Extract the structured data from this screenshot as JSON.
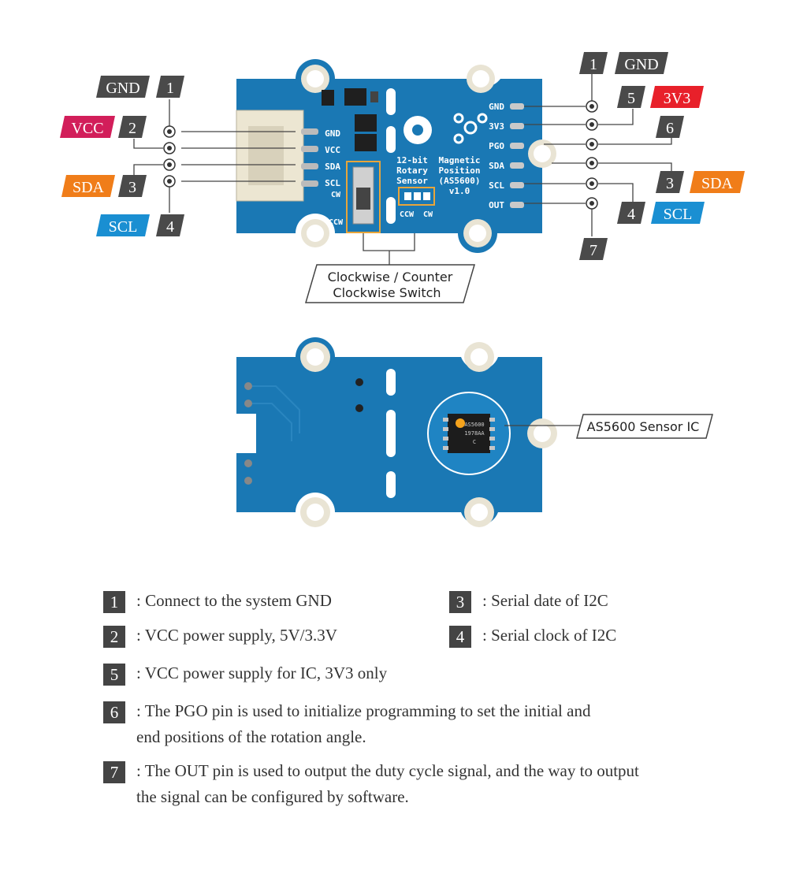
{
  "colors": {
    "pcb": "#1a78b4",
    "pcb_dark": "#0f5f96",
    "badge_dark": "#4a4a4a",
    "vcc": "#d21e5a",
    "v3v3": "#e8202a",
    "sda": "#f07d19",
    "scl": "#1a8fd2",
    "switch_box": "#e8a53a"
  },
  "left_pins": {
    "gnd": {
      "label": "GND",
      "num": "1"
    },
    "vcc": {
      "label": "VCC",
      "num": "2"
    },
    "sda": {
      "label": "SDA",
      "num": "3"
    },
    "scl": {
      "label": "SCL",
      "num": "4"
    }
  },
  "right_pins": {
    "gnd": {
      "label": "GND",
      "num": "1"
    },
    "v3v3": {
      "label": "3V3",
      "num": "5"
    },
    "pgo": {
      "num": "6"
    },
    "sda": {
      "label": "SDA",
      "num": "3"
    },
    "scl": {
      "label": "SCL",
      "num": "4"
    },
    "out": {
      "num": "7"
    }
  },
  "board_front": {
    "left_silk": [
      "GND",
      "VCC",
      "SDA",
      "SCL"
    ],
    "right_silk": [
      "GND",
      "3V3",
      "PGO",
      "SDA",
      "SCL",
      "OUT"
    ],
    "title_lines": [
      "12-bit",
      "Rotary",
      "Sensor"
    ],
    "title_lines_right": [
      "Magnetic",
      "Position",
      "(AS5600)",
      "v1.0"
    ],
    "cw": "CW",
    "ccw": "CCW"
  },
  "board_back": {
    "chip_lines": [
      "AS5600",
      "1978AA",
      "C"
    ]
  },
  "callouts": {
    "switch_line1": "Clockwise / Counter",
    "switch_line2": "Clockwise Switch",
    "sensor_ic": "AS5600 Sensor IC"
  },
  "legend": [
    {
      "num": "1",
      "text": ": Connect to the system GND"
    },
    {
      "num": "3",
      "text": ": Serial date of I2C"
    },
    {
      "num": "2",
      "text": ": VCC power supply, 5V/3.3V"
    },
    {
      "num": "4",
      "text": ": Serial clock of I2C"
    },
    {
      "num": "5",
      "text": ": VCC power supply for IC, 3V3 only"
    },
    {
      "num": "6",
      "text": ": The PGO pin is used to initialize programming to set the initial and\n  end positions of the rotation angle."
    },
    {
      "num": "7",
      "text": ": The OUT pin is used to output the duty cycle signal, and the way to output\n  the signal can be configured by software."
    }
  ]
}
